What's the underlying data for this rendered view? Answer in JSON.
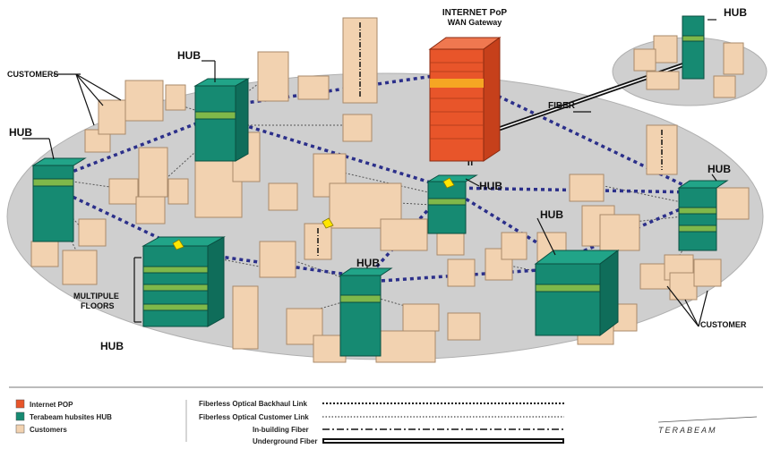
{
  "labels": {
    "internet_pop_line1": "INTERNET PoP",
    "internet_pop_line2": "WAN Gateway",
    "fiber": "FIBER",
    "hub": "HUB",
    "customers": "CUSTOMERS",
    "customer": "CUSTOMER",
    "multipule_line1": "MULTIPULE",
    "multipule_line2": "FLOORS"
  },
  "legend": {
    "items": [
      {
        "label": "Internet POP",
        "color": "#e8552a"
      },
      {
        "label": "Terabeam hubsites HUB",
        "color": "#168a72"
      },
      {
        "label": "Customers",
        "color": "#f2d2b0"
      }
    ],
    "links": [
      {
        "label": "Fiberless Optical Backhaul Link",
        "style": "dotted-heavy"
      },
      {
        "label": "Fiberless Optical Customer Link",
        "style": "dotted-light"
      },
      {
        "label": "In-building Fiber",
        "style": "dash-dot"
      },
      {
        "label": "Underground Fiber",
        "style": "solid-heavy"
      }
    ],
    "brand": "TERABEAM"
  },
  "colors": {
    "pop": "#e8552a",
    "pop_band": "#f5a623",
    "hub": "#168a72",
    "hub_band": "#7fb84a",
    "customer": "#f2d2b0",
    "ground": "#cfcfcf",
    "backhaul": "#2b2f8a"
  }
}
